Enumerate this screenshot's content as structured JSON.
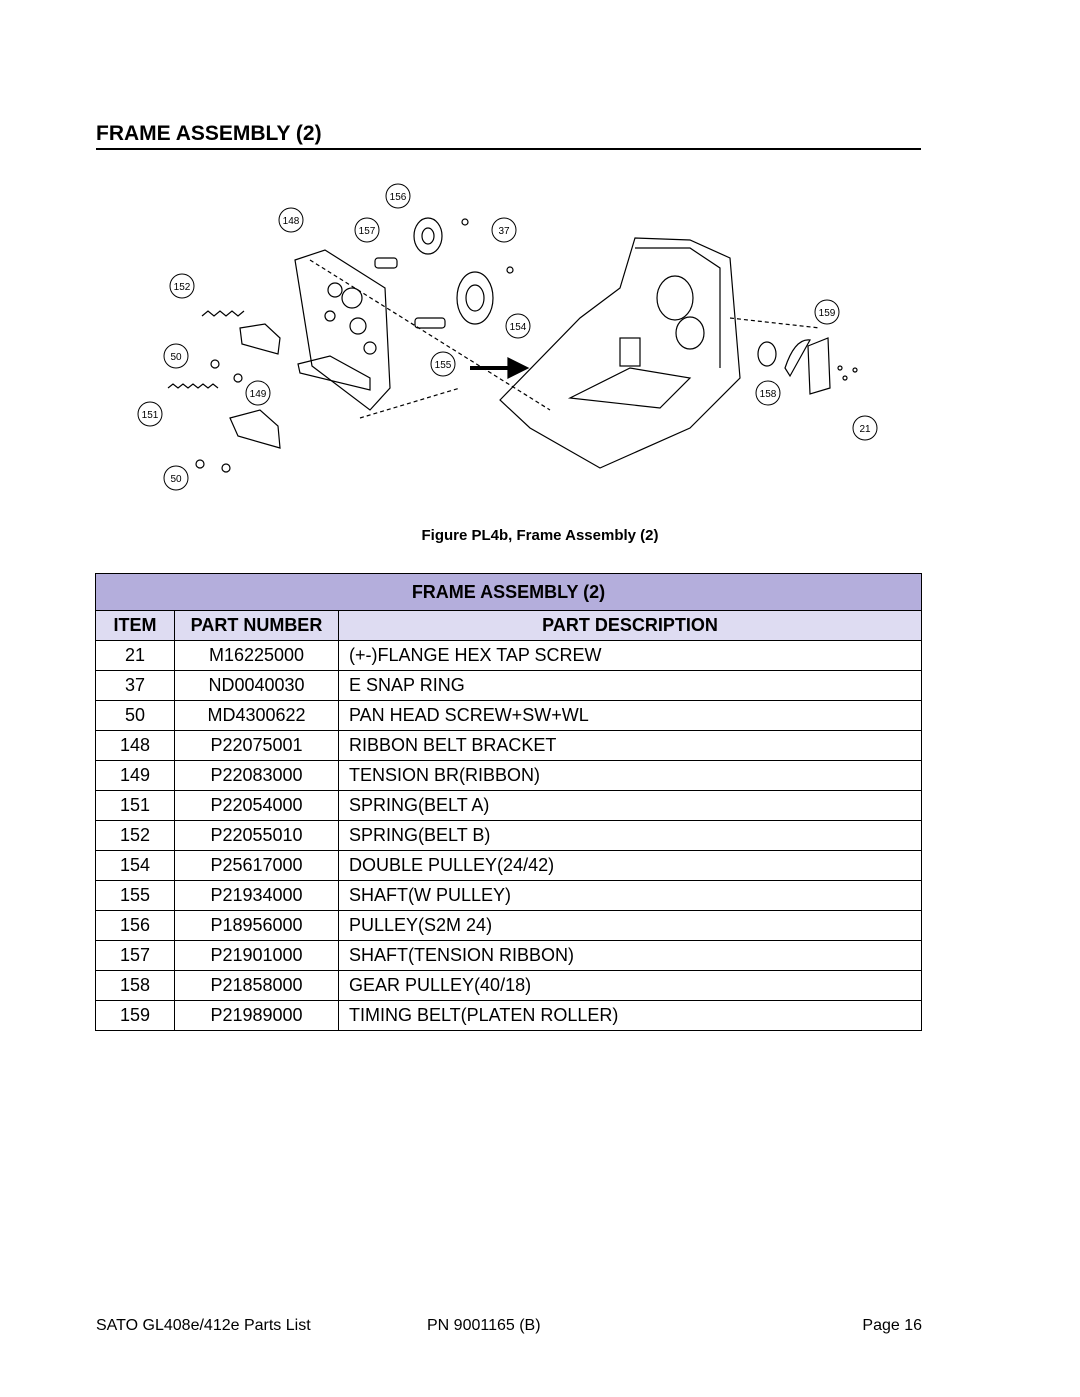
{
  "header": {
    "title": "FRAME ASSEMBLY (2)"
  },
  "figure": {
    "caption": "Figure PL4b, Frame Assembly (2)",
    "callouts": [
      "156",
      "148",
      "157",
      "37",
      "152",
      "154",
      "50",
      "155",
      "149",
      "151",
      "50",
      "159",
      "158",
      "21"
    ]
  },
  "table": {
    "title": "FRAME ASSEMBLY (2)",
    "columns": [
      "ITEM",
      "PART NUMBER",
      "PART DESCRIPTION"
    ],
    "rows": [
      {
        "item": "21",
        "part_number": "M16225000",
        "description": "(+-)FLANGE HEX TAP SCREW"
      },
      {
        "item": "37",
        "part_number": "ND0040030",
        "description": "E SNAP RING"
      },
      {
        "item": "50",
        "part_number": "MD4300622",
        "description": "PAN HEAD SCREW+SW+WL"
      },
      {
        "item": "148",
        "part_number": "P22075001",
        "description": "RIBBON BELT BRACKET"
      },
      {
        "item": "149",
        "part_number": "P22083000",
        "description": "TENSION BR(RIBBON)"
      },
      {
        "item": "151",
        "part_number": "P22054000",
        "description": "SPRING(BELT A)"
      },
      {
        "item": "152",
        "part_number": "P22055010",
        "description": "SPRING(BELT B)"
      },
      {
        "item": "154",
        "part_number": "P25617000",
        "description": "DOUBLE PULLEY(24/42)"
      },
      {
        "item": "155",
        "part_number": "P21934000",
        "description": "SHAFT(W PULLEY)"
      },
      {
        "item": "156",
        "part_number": "P18956000",
        "description": "PULLEY(S2M 24)"
      },
      {
        "item": "157",
        "part_number": "P21901000",
        "description": "SHAFT(TENSION RIBBON)"
      },
      {
        "item": "158",
        "part_number": "P21858000",
        "description": "GEAR PULLEY(40/18)"
      },
      {
        "item": "159",
        "part_number": "P21989000",
        "description": "TIMING BELT(PLATEN ROLLER)"
      }
    ]
  },
  "footer": {
    "left": "SATO GL408e/412e Parts List",
    "center": "PN  9001165 (B)",
    "right": "Page 16"
  }
}
